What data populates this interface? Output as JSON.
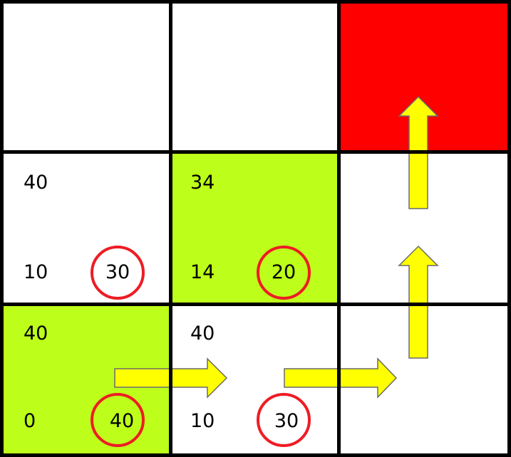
{
  "colors": {
    "open_fill": "#ffffff",
    "closed_fill": "#bdff1a",
    "goal_fill": "#ff0000",
    "circle_stroke": "#ee1c24",
    "arrow_fill": "#ffff00",
    "arrow_stroke": "#6a6a6a",
    "grid": "#000000"
  },
  "cells": {
    "r0c0": {
      "state": "empty"
    },
    "r0c1": {
      "state": "empty"
    },
    "r0c2": {
      "state": "goal"
    },
    "r1c0": {
      "state": "open",
      "f": "40",
      "g": "10",
      "h": "30"
    },
    "r1c1": {
      "state": "closed",
      "f": "34",
      "g": "14",
      "h": "20"
    },
    "r1c2": {
      "state": "path"
    },
    "r2c0": {
      "state": "closed",
      "f": "40",
      "g": "0",
      "h": "40"
    },
    "r2c1": {
      "state": "open",
      "f": "40",
      "g": "10",
      "h": "30"
    },
    "r2c2": {
      "state": "path"
    }
  },
  "path_arrows": [
    {
      "from": "r2c0",
      "to": "r2c1",
      "direction": "right"
    },
    {
      "from": "r2c1",
      "to": "r2c2",
      "direction": "right"
    },
    {
      "from": "r2c2",
      "to": "r1c2",
      "direction": "up"
    },
    {
      "from": "r1c2",
      "to": "r0c2",
      "direction": "up"
    }
  ]
}
